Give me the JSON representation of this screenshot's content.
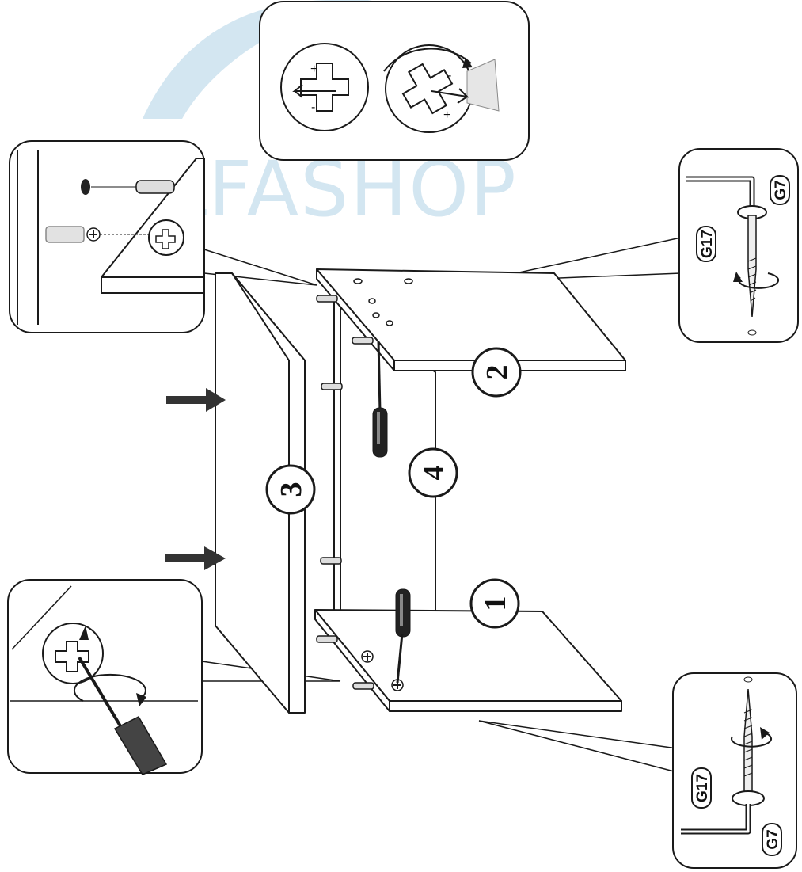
{
  "watermark": {
    "text": "ALFASHOP",
    "color": "#d3e6f1"
  },
  "parts": {
    "p1": "1",
    "p2": "2",
    "p3": "3",
    "p4": "4"
  },
  "hardware": {
    "screw_code": "G17",
    "wrench_code": "G7"
  },
  "colors": {
    "line": "#1a1a1a",
    "panel_fill": "#ffffff",
    "arrow": "#333333",
    "screwdriver_handle": "#222222"
  }
}
